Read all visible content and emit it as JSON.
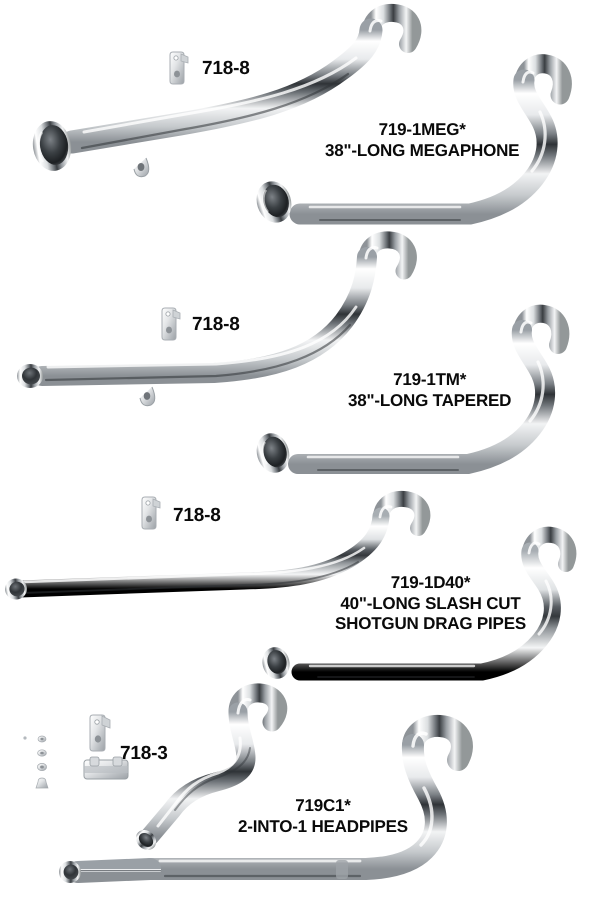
{
  "page": {
    "background_color": "#ffffff",
    "text_color": "#0a0a0a",
    "chrome_light": "#ffffff",
    "chrome_mid": "#b9bdc2",
    "chrome_dark": "#2f3337",
    "shadow_color": "#d8d8d8"
  },
  "groups": [
    {
      "bracket_label": "718-8",
      "product_number": "719-1MEG*",
      "product_description": "38\"-LONG MEGAPHONE",
      "front_pipe": "megaphone-front-pipe",
      "rear_pipe": "megaphone-rear-pipe",
      "bracket_icon": "mounting-bracket-718-8"
    },
    {
      "bracket_label": "718-8",
      "product_number": "719-1TM*",
      "product_description": "38\"-LONG TAPERED",
      "front_pipe": "tapered-front-pipe",
      "rear_pipe": "tapered-rear-pipe",
      "bracket_icon": "mounting-bracket-718-8"
    },
    {
      "bracket_label": "718-8",
      "product_number": "719-1D40*",
      "product_description_line1": "40\"-LONG SLASH CUT",
      "product_description_line2": "SHOTGUN DRAG PIPES",
      "front_pipe": "drag-front-pipe",
      "rear_pipe": "drag-rear-pipe",
      "bracket_icon": "mounting-bracket-718-8"
    },
    {
      "bracket_label": "718-3",
      "product_number": "719C1*",
      "product_description": "2-INTO-1 HEADPIPES",
      "front_pipe": "headpipe-main",
      "rear_pipe": "headpipe-rear",
      "bracket_icon": "mounting-hardware-718-3"
    }
  ]
}
